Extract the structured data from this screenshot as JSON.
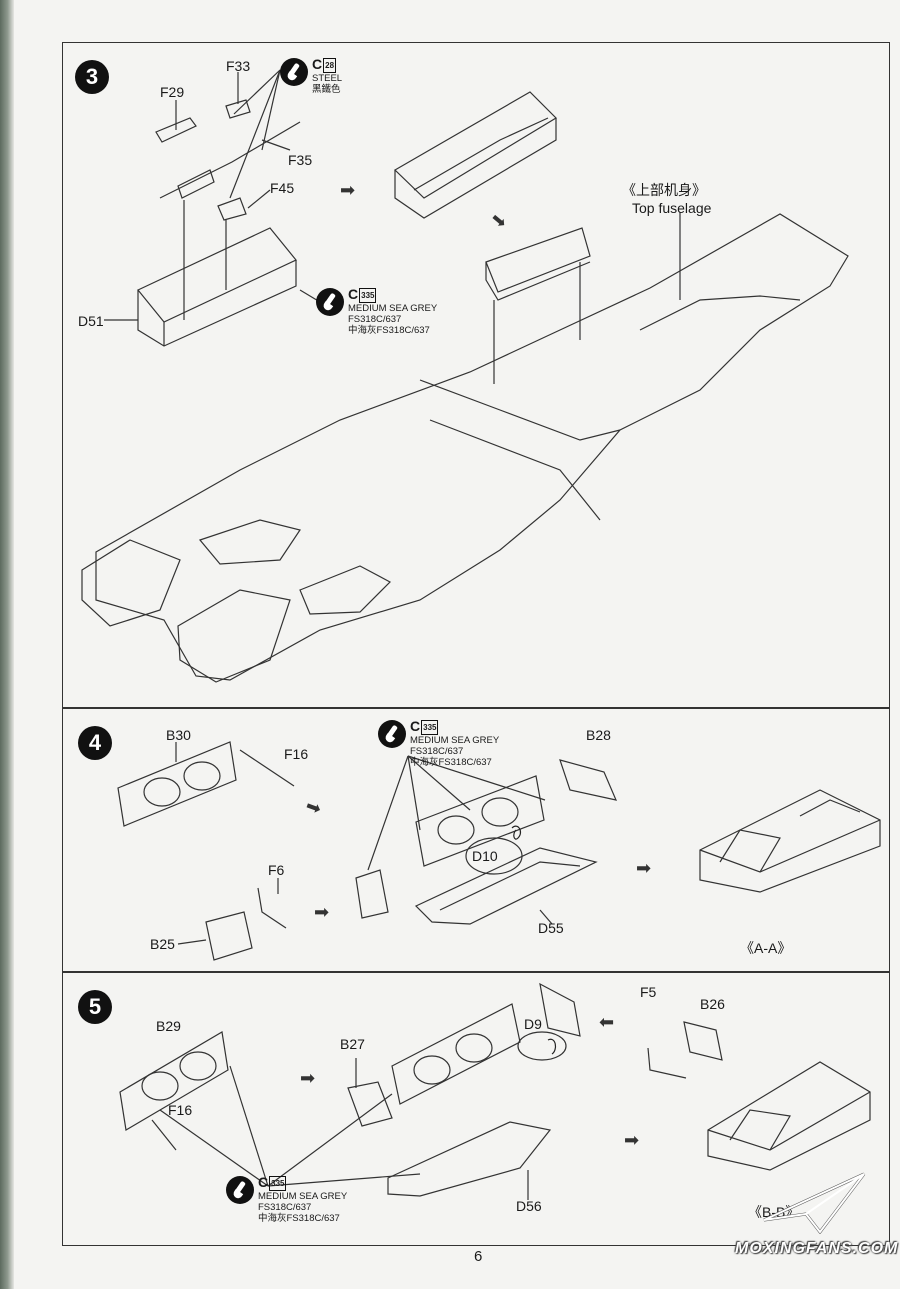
{
  "page_number": "6",
  "watermark": "MOXINGFANS.COM",
  "step3": {
    "number": "3",
    "parts": {
      "f29": "F29",
      "f33": "F33",
      "f35": "F35",
      "f45": "F45",
      "d51": "D51"
    },
    "paint_steel": {
      "code": "C",
      "num": "28",
      "name": "STEEL",
      "name_cn": "黑鐵色"
    },
    "paint_grey": {
      "code": "C",
      "num": "335",
      "name": "MEDIUM SEA GREY",
      "fs": "FS318C/637",
      "cn": "中海灰FS318C/637"
    },
    "fuselage_cn": "《上部机身》",
    "fuselage_en": "Top fuselage"
  },
  "step4": {
    "number": "4",
    "parts": {
      "b30": "B30",
      "f16": "F16",
      "f6": "F6",
      "b25": "B25",
      "b28": "B28",
      "d10": "D10",
      "d55": "D55"
    },
    "paint_grey": {
      "code": "C",
      "num": "335",
      "name": "MEDIUM SEA GREY",
      "fs": "FS318C/637",
      "cn": "中海灰FS318C/637"
    },
    "view": "《A-A》"
  },
  "step5": {
    "number": "5",
    "parts": {
      "b29": "B29",
      "f16": "F16",
      "b27": "B27",
      "d9": "D9",
      "f5": "F5",
      "b26": "B26",
      "d56": "D56"
    },
    "paint_grey": {
      "code": "C",
      "num": "335",
      "name": "MEDIUM SEA GREY",
      "fs": "FS318C/637",
      "cn": "中海灰FS318C/637"
    },
    "view": "《B-B》"
  }
}
